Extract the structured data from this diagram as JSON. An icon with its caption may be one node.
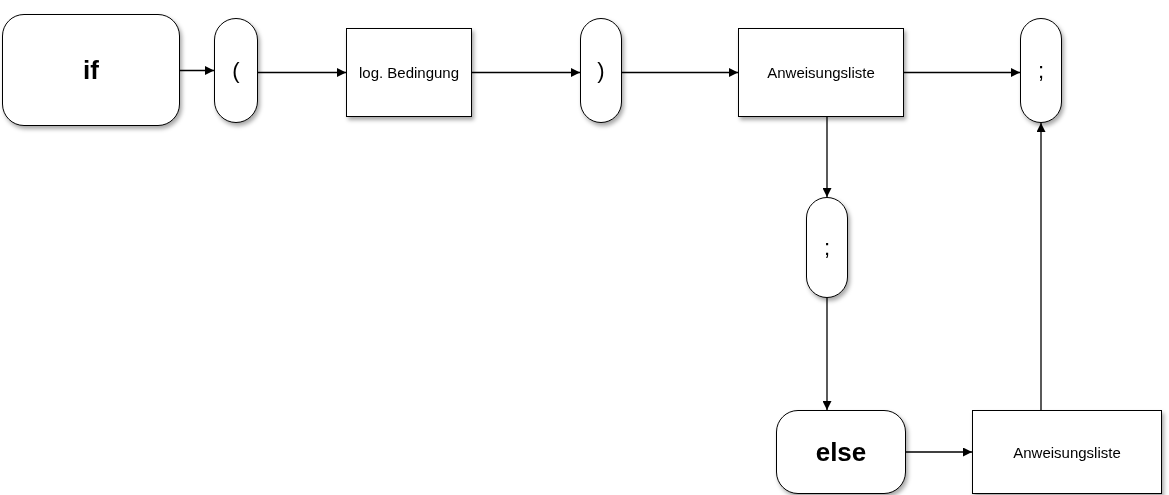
{
  "diagram": {
    "nodes": [
      {
        "text": [
          "if"
        ]
      },
      {
        "text": [
          "("
        ]
      },
      {
        "text": [
          "log. Bedingung"
        ]
      },
      {
        "text": [
          ")"
        ]
      },
      {
        "text": [
          "Anweisungsliste"
        ]
      },
      {
        "text": [
          ";"
        ]
      },
      {
        "text": [
          ";"
        ]
      },
      {
        "text": [
          "else"
        ]
      },
      {
        "text": [
          "Anweisungsliste"
        ]
      }
    ],
    "edges": [
      {
        "from": 0,
        "to": 1,
        "arrow": "to"
      },
      {
        "from": 1,
        "to": 2,
        "arrow": "to"
      },
      {
        "from": 2,
        "to": 3,
        "arrow": "to"
      },
      {
        "from": 3,
        "to": 4,
        "arrow": "to"
      },
      {
        "from": 4,
        "to": 5,
        "arrow": "to"
      },
      {
        "from": 4,
        "to": 6,
        "arrow": "to"
      },
      {
        "from": 6,
        "to": 7,
        "arrow": "to"
      },
      {
        "from": 7,
        "to": 8,
        "arrow": "to"
      },
      {
        "from": 8,
        "to": 5,
        "arrow": "to"
      }
    ]
  }
}
